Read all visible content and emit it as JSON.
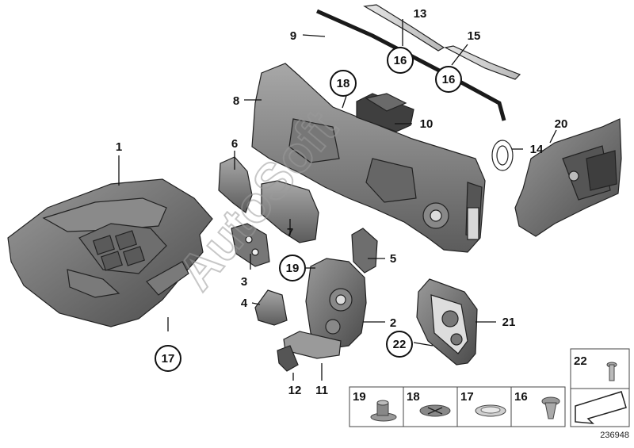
{
  "diagram": {
    "reference_number": "236948",
    "watermark": "AutoSoft",
    "callouts": {
      "p1": "1",
      "p2": "2",
      "p3": "3",
      "p4": "4",
      "p5": "5",
      "p6": "6",
      "p7": "7",
      "p8": "8",
      "p9": "9",
      "p10": "10",
      "p11": "11",
      "p12": "12",
      "p13": "13",
      "p14": "14",
      "p15": "15",
      "p16a": "16",
      "p16b": "16",
      "p17": "17",
      "p18": "18",
      "p19": "19",
      "p20": "20",
      "p21": "21",
      "p22": "22"
    },
    "legend": {
      "item19": "19",
      "item18": "18",
      "item17": "17",
      "item16": "16",
      "item22": "22"
    }
  }
}
